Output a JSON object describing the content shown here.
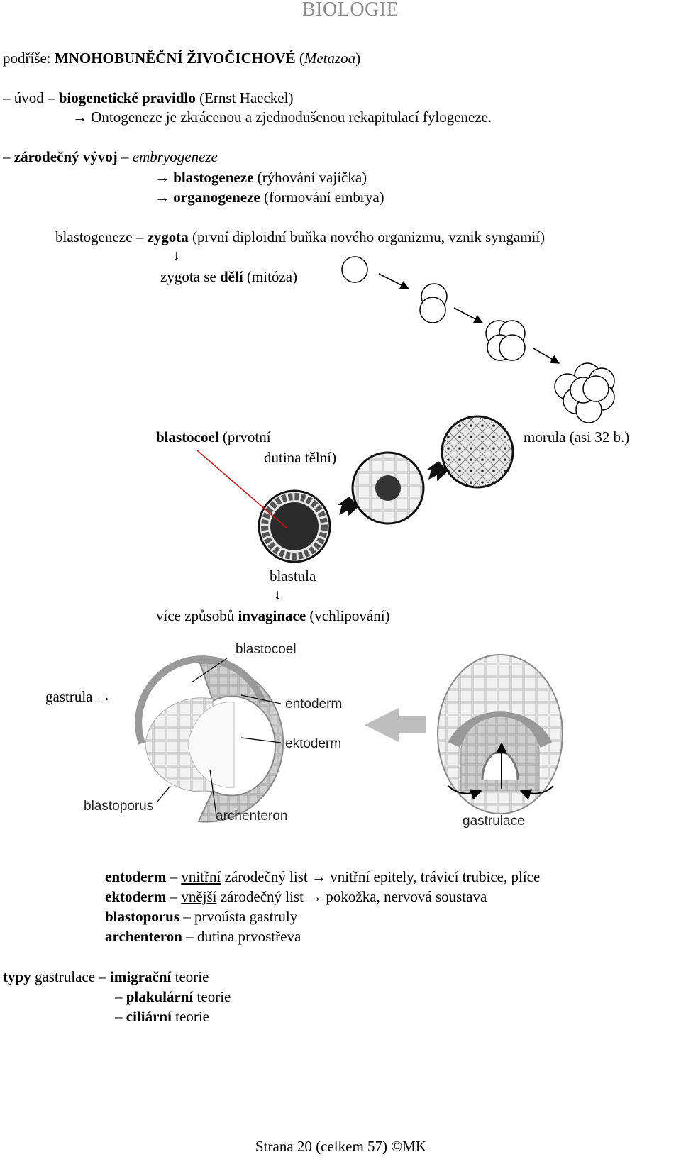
{
  "header": {
    "subject": "BIOLOGIE"
  },
  "title": {
    "prefix": "podříše: ",
    "name": "MNOHOBUNĚČNÍ ŽIVOČICHOVÉ",
    "latin_open": " (",
    "latin": "Metazoa",
    "latin_close": ")"
  },
  "intro": {
    "dash": "– úvod – ",
    "rule": "biogenetické pravidlo",
    "author": " (Ernst Haeckel)",
    "statement": "→ Ontogeneze je zkrácenou a zjednodušenou rekapitulací fylogeneze."
  },
  "embryo": {
    "dash": "– ",
    "term": "zárodečný vývoj",
    "sep": " – ",
    "latin": "embryogeneze",
    "step1_arrow": "→ ",
    "step1": "blastogeneze",
    "step1_note": " (rýhování vajíčka)",
    "step2_arrow": "→ ",
    "step2": "organogeneze",
    "step2_note": " (formování embrya)"
  },
  "blasto": {
    "prefix": "blastogeneze – ",
    "zygota": "zygota",
    "zygota_note": " (první diploidní buňka nového organizmu, vznik syngamií)",
    "down_arrow": "↓",
    "divides_a": "zygota se ",
    "divides_b": "dělí",
    "divides_c": " (mitóza)"
  },
  "cleavage": {
    "blastocoel": "blastocoel",
    "blastocoel_note": " (prvotní",
    "blastocoel_note2": "dutina tělní)",
    "morula": "morula (asi 32 b.)",
    "blastula": "blastula",
    "down_arrow": "↓",
    "invag_a": "více způsobů ",
    "invag_b": "invaginace",
    "invag_c": " (vchlipování)"
  },
  "gastrula": {
    "label": "gastrula →",
    "blastocoel": "blastocoel",
    "entoderm": "entoderm",
    "ektoderm": "ektoderm",
    "blastoporus": "blastoporus",
    "archenteron": "archenteron",
    "gastrulace": "gastrulace"
  },
  "definitions": [
    {
      "term": "entoderm",
      "sep": " – ",
      "u": "vnitřní",
      "rest": " zárodečný list → vnitřní epitely, trávicí trubice, plíce"
    },
    {
      "term": "ektoderm",
      "sep": " – ",
      "u": "vnější",
      "rest": " zárodečný list → pokožka, nervová soustava"
    },
    {
      "term": "blastoporus",
      "sep": " – ",
      "u": "",
      "rest": "prvoústa gastruly"
    },
    {
      "term": "archenteron",
      "sep": " – ",
      "u": "",
      "rest": "dutina prvostřeva"
    }
  ],
  "types": {
    "t1_a": "typy",
    "t1_b": " gastrulace – ",
    "t1_c": "imigrační",
    "t1_d": " teorie",
    "t2_a": "– ",
    "t2_b": "plakulární",
    "t2_c": " teorie",
    "t3_a": "– ",
    "t3_b": "ciliární",
    "t3_c": " teorie"
  },
  "footer": {
    "page": "Strana 20 (celkem 57) ©MK"
  }
}
